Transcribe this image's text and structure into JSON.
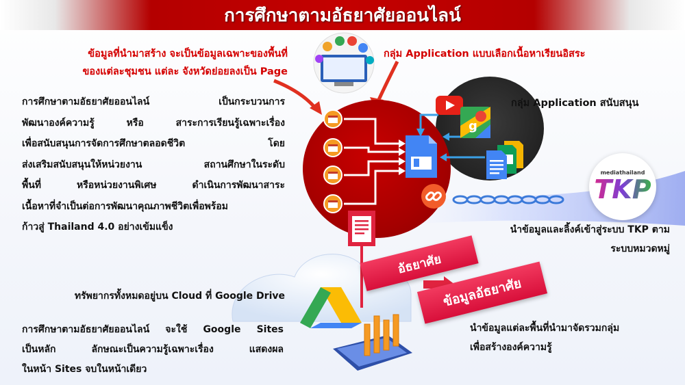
{
  "title": "การศึกษาตามอัธยาศัยออนไลน์",
  "notes": {
    "data_source_line1": "ข้อมูลที่นำมาสร้าง จะเป็นข้อมูลเฉพาะของพื้นที่",
    "data_source_line2": "ของแต่ละชุมชน แต่ละ จังหวัดย่อยลงเป็น Page",
    "app_group_free": "กลุ่ม Application แบบเลือกเนื้อหาเรียนอิสระ",
    "app_group_support": "กลุ่ม Application สนับสนุน",
    "tkp_line1": "นำข้อมูลและลิ้งค์เข้าสู่ระบบ TKP ตาม",
    "tkp_line2": "ระบบหมวดหมู่",
    "cloud_note": "ทรัพยากรทั้งหมดอยู่บน Cloud ที่ Google Drive",
    "collect_line1": "นำข้อมูลแต่ละพื้นที่นำมาจัดรวมกลุ่ม",
    "collect_line2": "เพื่อสร้างองค์ความรู้"
  },
  "intro_paragraph": [
    "การศึกษาตามอัธยาศัยออนไลน์ เป็นกระบวนการ",
    "พัฒนาองค์ความรู้ หรือ สาระการเรียนรู้เฉพาะเรื่อง",
    "เพื่อสนับสนุนการจัดการศึกษาตลอดชีวิต โดย",
    "ส่งเสริมสนับสนุนให้หน่วยงาน สถานศึกษาในระดับ",
    "พื้นที่ หรือหน่วยงานพิเศษ ดำเนินการพัฒนาสาระ",
    "เนื้อหาที่จำเป็นต่อการพัฒนาคุณภาพชีวิตเพื่อพร้อม",
    "ก้าวสู่ Thailand 4.0 อย่างเข้มแข็ง"
  ],
  "sites_paragraph": [
    "การศึกษาตามอัธยาศัยออนไลน์ จะใช้ Google Sites",
    "เป็นหลัก ลักษณะเป็นความรู้เฉพาะเรื่อง แสดงผล",
    "ในหน้า Sites จบในหน้าเดียว"
  ],
  "ribbons": {
    "top": "อัธยาศัย",
    "bottom": "ข้อมูลอัธยาศัย"
  },
  "logo": {
    "text": "TKP",
    "small_text": "mediathailand"
  },
  "colors": {
    "title_red": "#c40000",
    "note_red": "#d40000",
    "circle_red": "#a40000",
    "ribbon_pink": "#e01e48",
    "orange_icon": "#f59a23",
    "google_blue": "#4285f4"
  },
  "icons": [
    "computer-apps-icon",
    "google-sites-icon",
    "youtube-icon",
    "google-maps-icon",
    "google-docs-icon",
    "google-sheets-icon",
    "google-slides-icon",
    "chain-link-icon",
    "document-icon",
    "google-drive-icon",
    "bar-chart-tablet-icon"
  ]
}
